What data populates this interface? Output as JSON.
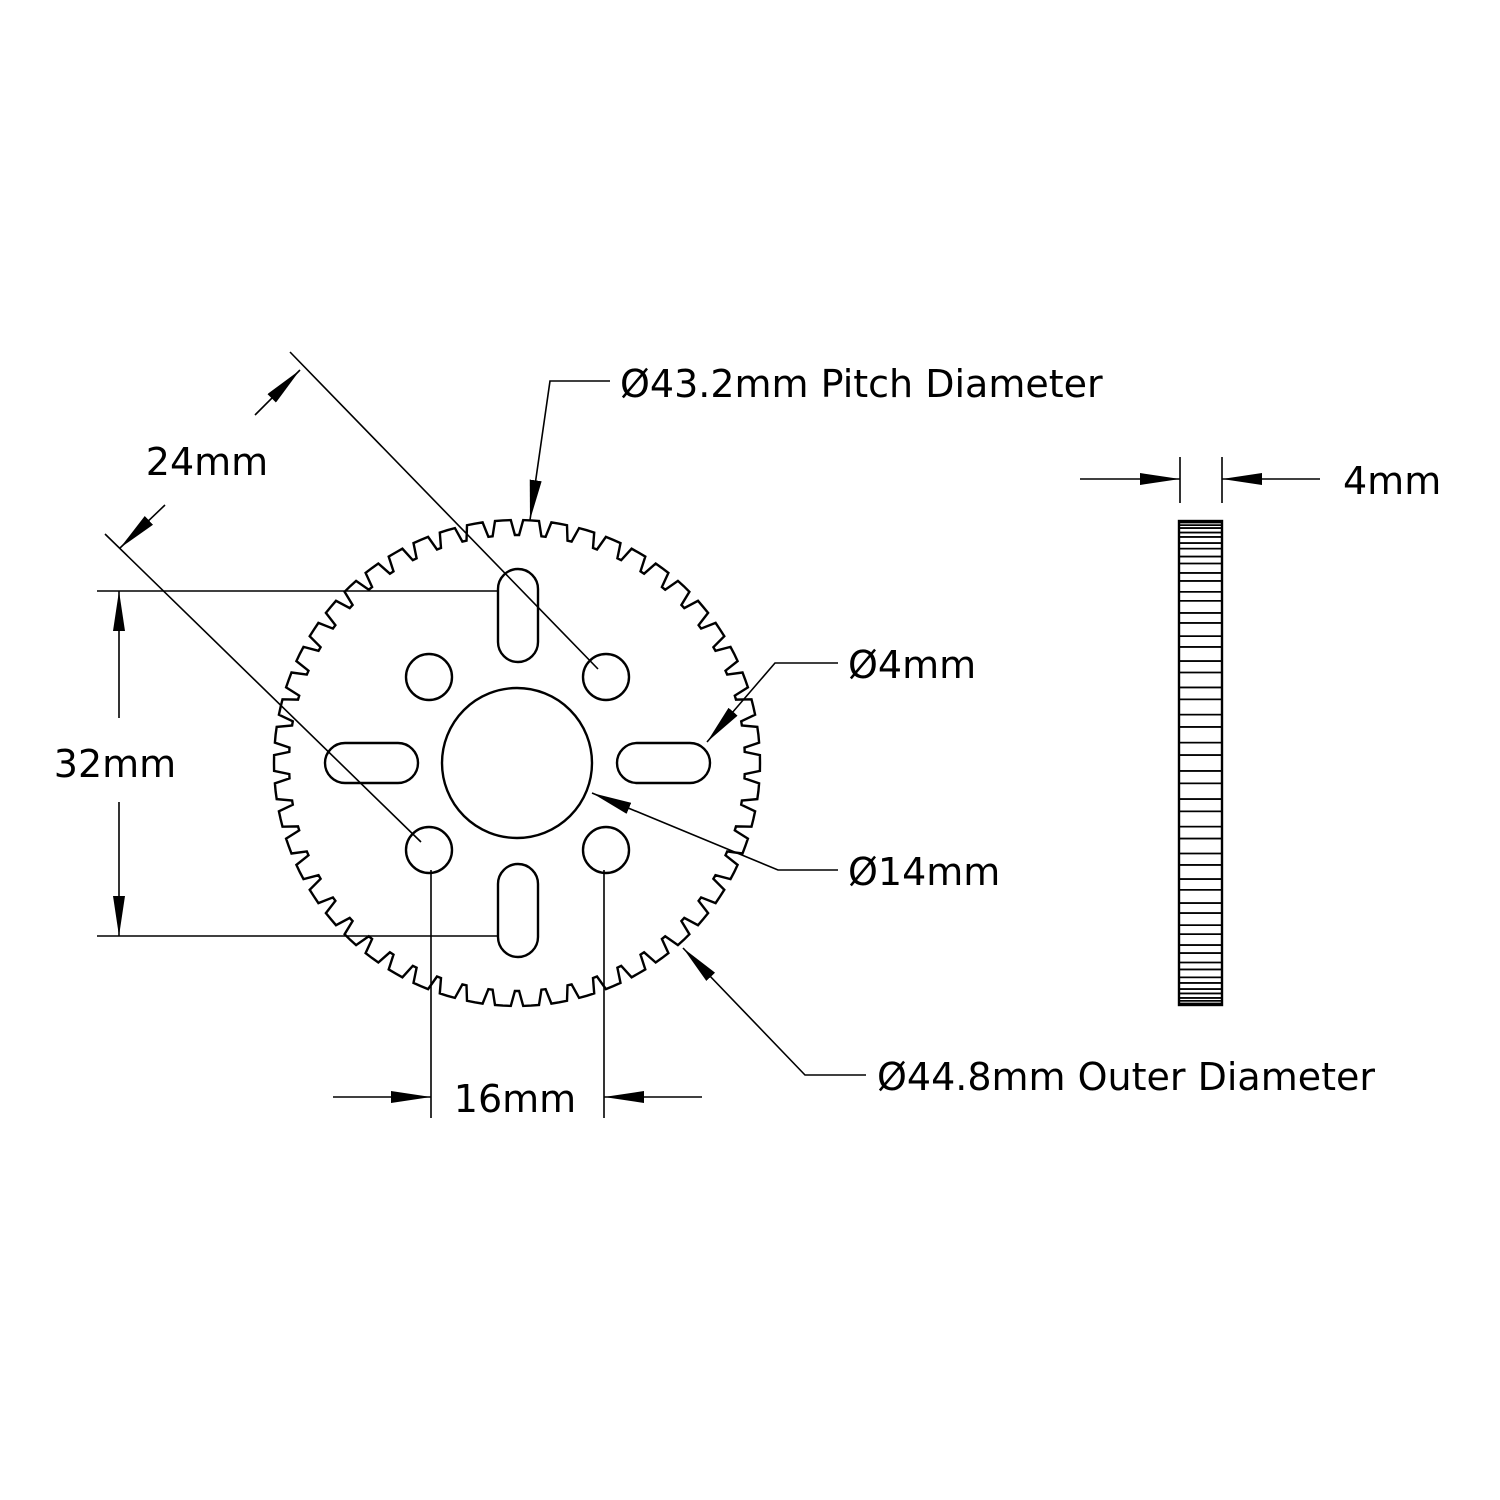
{
  "labels": {
    "pitch": "Ø43.2mm Pitch Diameter",
    "outer": "Ø44.8mm Outer Diameter",
    "hole": "Ø4mm",
    "bore": "Ø14mm",
    "width": "4mm",
    "diag": "24mm",
    "vert": "32mm",
    "horiz": "16mm"
  },
  "gear": {
    "teeth": 54
  }
}
